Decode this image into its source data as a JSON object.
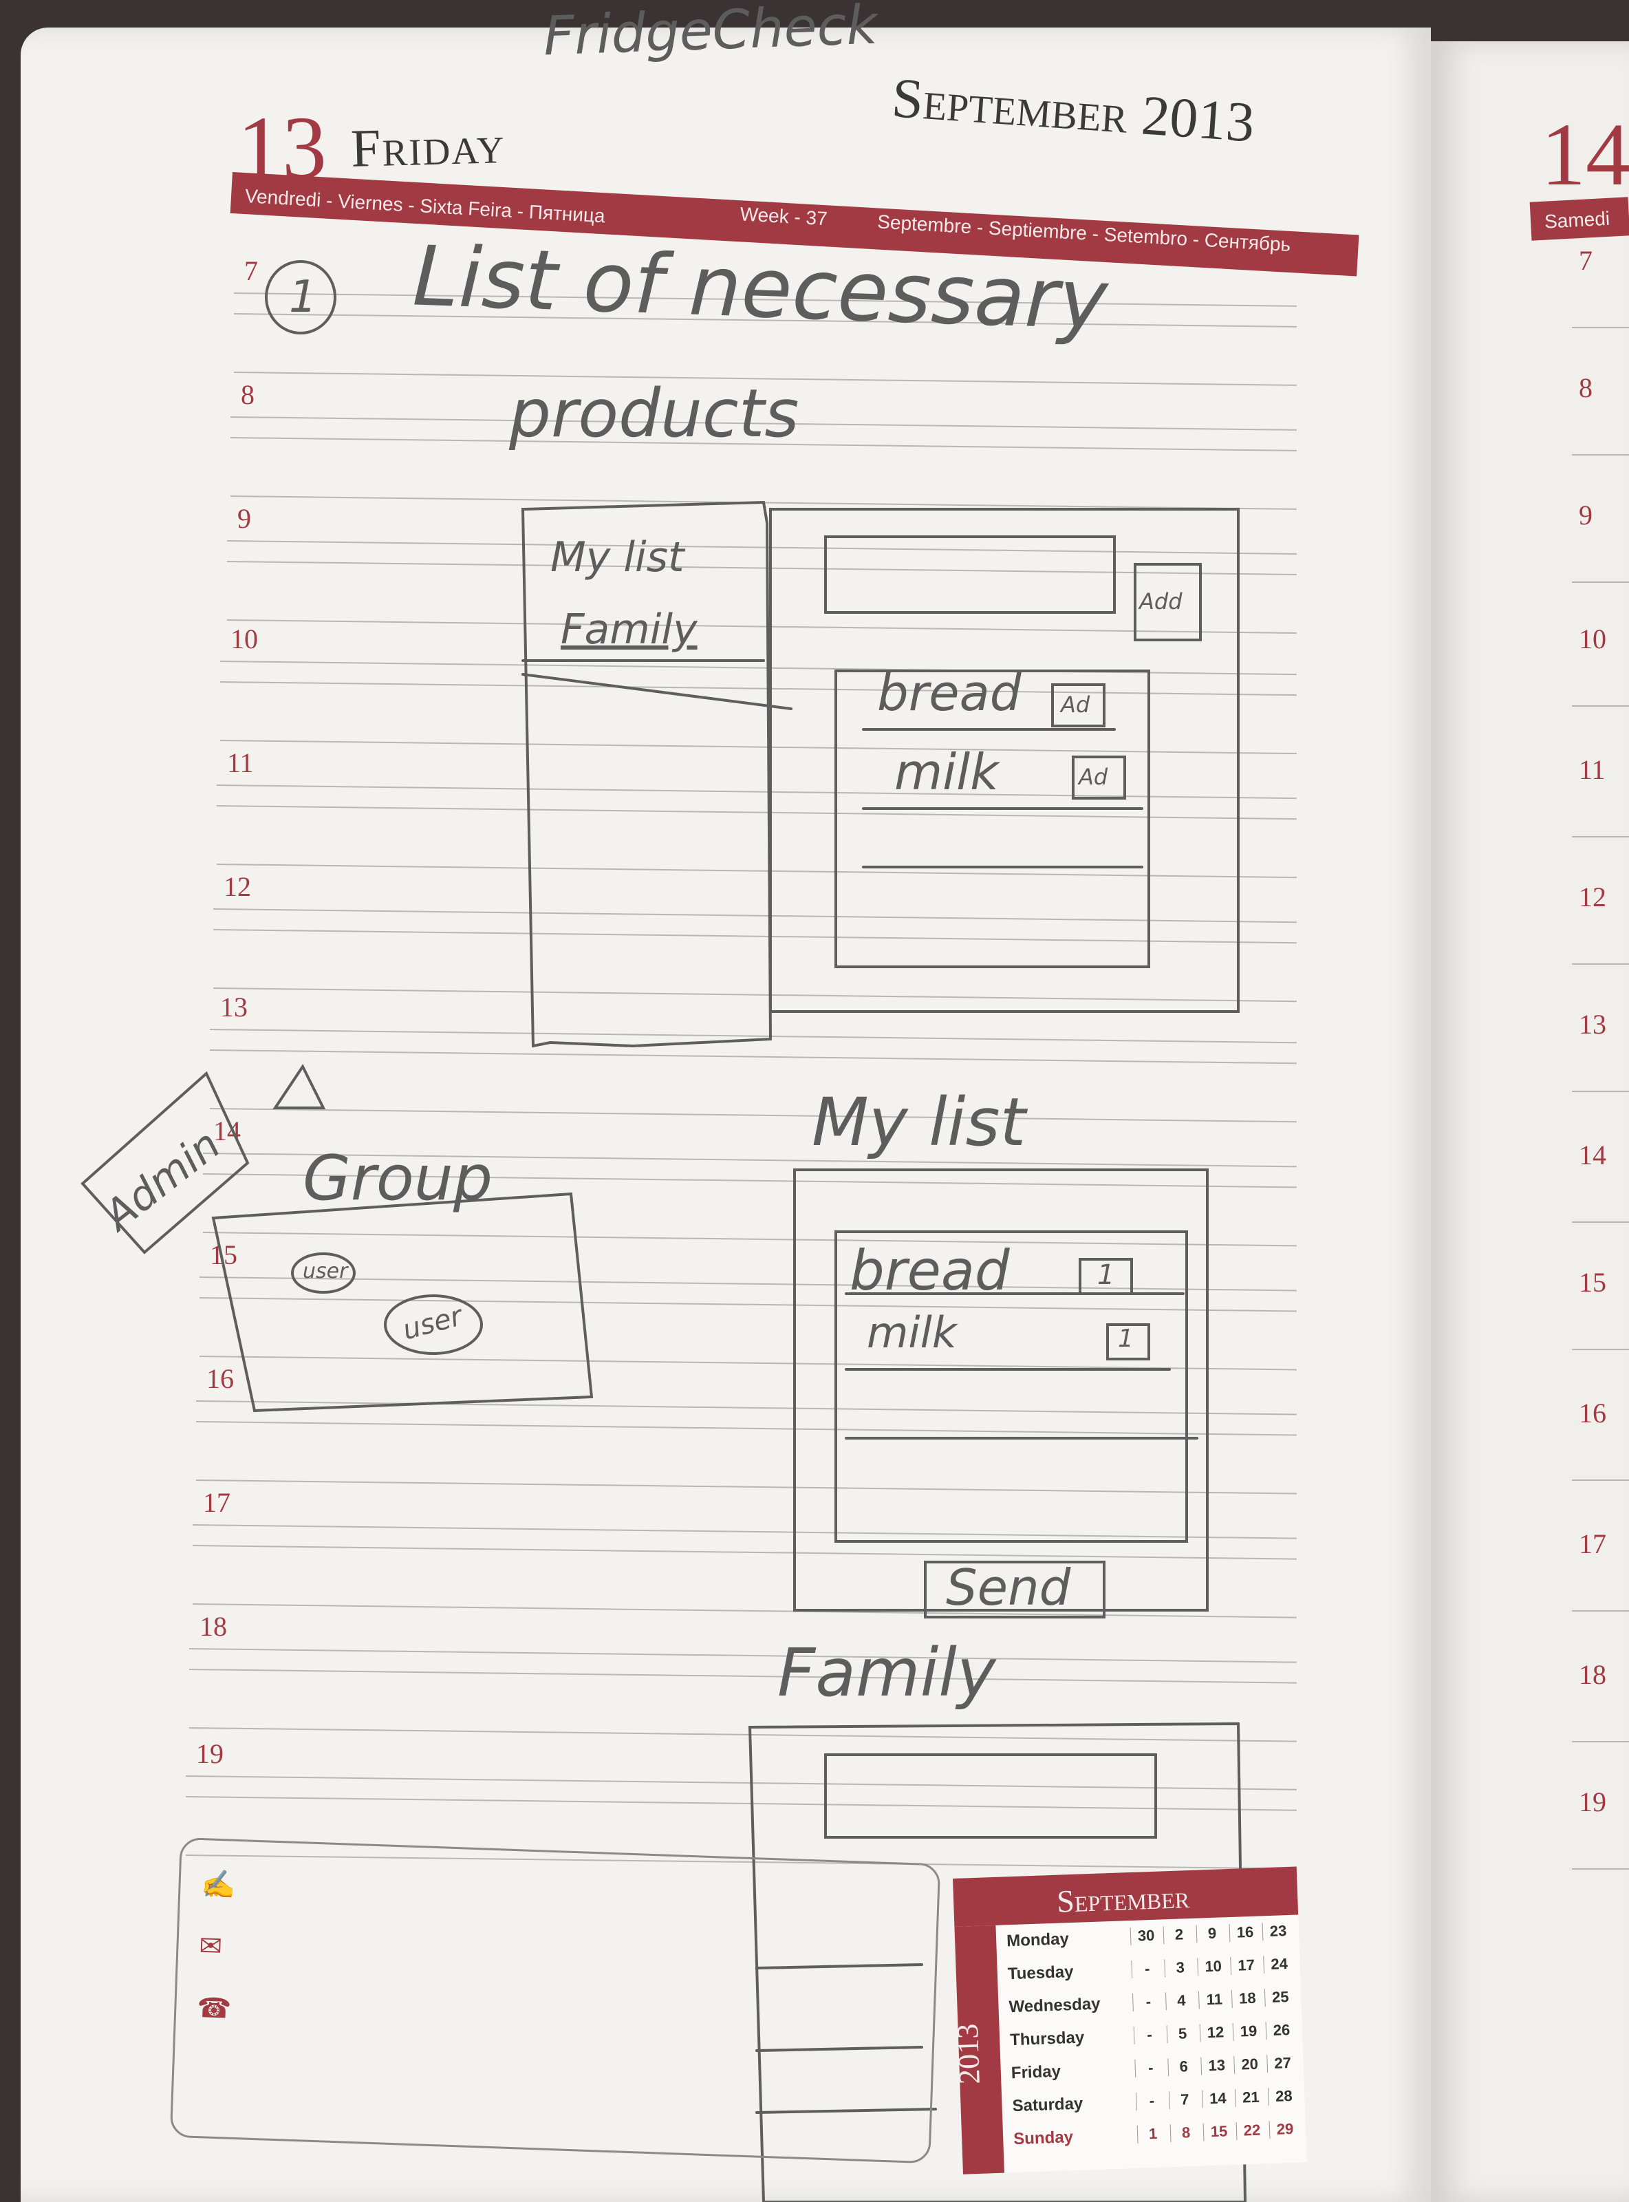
{
  "header": {
    "sketch_title": "FridgeCheck",
    "day_number": "13",
    "day_name": "Friday",
    "month_year": "September 2013",
    "band_left": "Vendredi - Viernes - Sixta Feira - Пятница",
    "week": "Week - 37",
    "band_right": "Septembre - Septiembre - Setembro - Сентябрь"
  },
  "hours": [
    "7",
    "8",
    "9",
    "10",
    "11",
    "12",
    "13",
    "14",
    "15",
    "16",
    "17",
    "18",
    "19"
  ],
  "right_page": {
    "day_number": "14",
    "band": "Samedi",
    "hours": [
      "7",
      "8",
      "9",
      "10",
      "11",
      "12",
      "13",
      "14",
      "15",
      "16",
      "17",
      "18",
      "19"
    ]
  },
  "sketch": {
    "step_number": "1",
    "heading_line1": "List of necessary",
    "heading_line2": "products",
    "screen1": {
      "sidebar_items": [
        "My list",
        "Family"
      ],
      "add_button": "Add",
      "items": [
        {
          "name": "bread",
          "button": "Ad"
        },
        {
          "name": "milk",
          "button": "Ad"
        }
      ]
    },
    "admin_label": "Admin",
    "group_title": "Group",
    "group_users": [
      "user",
      "user"
    ],
    "mylist_title": "My list",
    "mylist_items": [
      {
        "name": "bread",
        "qty": "1"
      },
      {
        "name": "milk",
        "qty": "1"
      }
    ],
    "send_button": "Send",
    "family_title": "Family"
  },
  "footer": {
    "icons": [
      "pen-icon",
      "mail-icon",
      "phone-icon"
    ]
  },
  "mini_calendar": {
    "month": "September",
    "year": "2013",
    "rows": [
      {
        "day": "Monday",
        "dates": [
          "30",
          "2",
          "9",
          "16",
          "23"
        ]
      },
      {
        "day": "Tuesday",
        "dates": [
          "-",
          "3",
          "10",
          "17",
          "24"
        ]
      },
      {
        "day": "Wednesday",
        "dates": [
          "-",
          "4",
          "11",
          "18",
          "25"
        ]
      },
      {
        "day": "Thursday",
        "dates": [
          "-",
          "5",
          "12",
          "19",
          "26"
        ]
      },
      {
        "day": "Friday",
        "dates": [
          "-",
          "6",
          "13",
          "20",
          "27"
        ]
      },
      {
        "day": "Saturday",
        "dates": [
          "-",
          "7",
          "14",
          "21",
          "28"
        ]
      },
      {
        "day": "Sunday",
        "dates": [
          "1",
          "8",
          "15",
          "22",
          "29"
        ]
      }
    ],
    "colors": {
      "accent": "#a13a42"
    }
  },
  "colors": {
    "accent": "#a13a42",
    "paper": "#f4f2ef",
    "pencil": "#5d5d5d"
  }
}
